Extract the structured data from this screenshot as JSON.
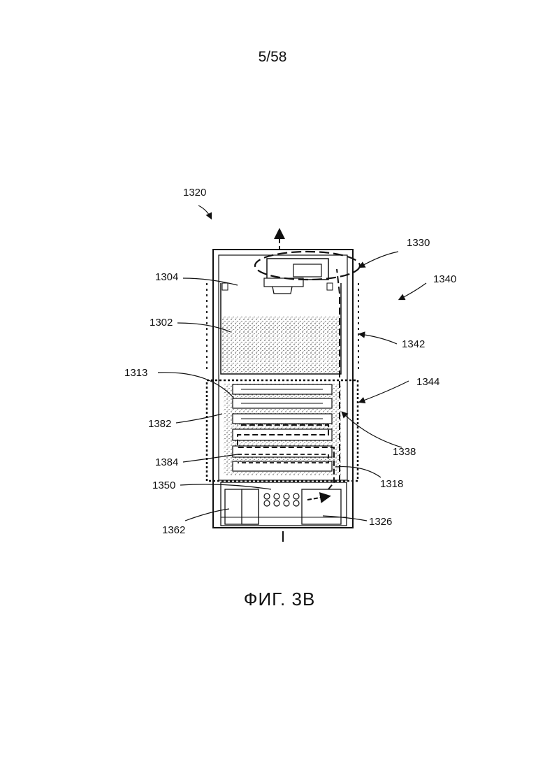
{
  "page_number": "5/58",
  "caption": "ФИГ. 3В",
  "labels": {
    "l1320": "1320",
    "l1330": "1330",
    "l1340": "1340",
    "l1304": "1304",
    "l1302": "1302",
    "l1342": "1342",
    "l1313": "1313",
    "l1344": "1344",
    "l1382": "1382",
    "l1338": "1338",
    "l1384": "1384",
    "l1318": "1318",
    "l1350": "1350",
    "l1362": "1362",
    "l1326": "1326"
  }
}
